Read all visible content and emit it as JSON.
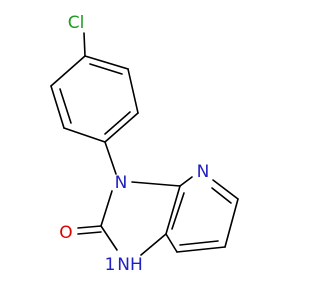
{
  "molecule": {
    "atom_labels": {
      "chlorine": "Cl",
      "nitrogen_3": "N",
      "nitrogen_pyridine": "N",
      "oxygen": "O",
      "nh": "NH",
      "nh_prefix": "1"
    },
    "colors": {
      "bond": "#000000",
      "chlorine": "#1f9b1f",
      "nitrogen": "#2020c0",
      "oxygen": "#e00000",
      "background": "#ffffff"
    }
  }
}
